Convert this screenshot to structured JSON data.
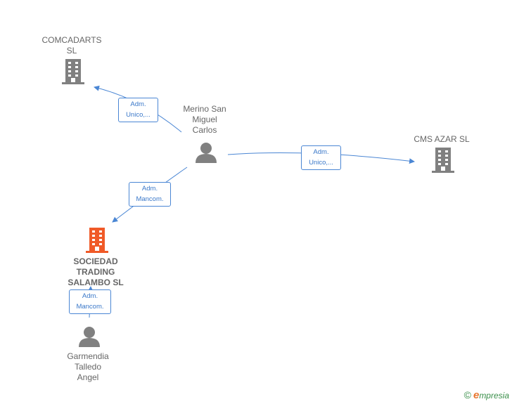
{
  "nodes": {
    "comcadarts": {
      "name_line1": "COMCADARTS",
      "name_line2": "SL",
      "icon": "building-icon",
      "color": "#808080"
    },
    "merino": {
      "name_line1": "Merino San",
      "name_line2": "Miguel",
      "name_line3": "Carlos",
      "icon": "person-icon",
      "color": "#808080"
    },
    "cms_azar": {
      "name_line1": "CMS AZAR  SL",
      "icon": "building-icon",
      "color": "#808080"
    },
    "sociedad": {
      "name_line1": "SOCIEDAD",
      "name_line2": "TRADING",
      "name_line3": "SALAMBO  SL",
      "icon": "building-icon",
      "color": "#f05a28"
    },
    "garmendia": {
      "name_line1": "Garmendia",
      "name_line2": "Talledo",
      "name_line3": "Angel",
      "icon": "person-icon",
      "color": "#808080"
    }
  },
  "edges": {
    "merino_comcadarts": {
      "line1": "Adm.",
      "line2": "Unico,..."
    },
    "merino_cms": {
      "line1": "Adm.",
      "line2": "Unico,..."
    },
    "merino_sociedad": {
      "line1": "Adm.",
      "line2": "Mancom."
    },
    "garmendia_sociedad": {
      "line1": "Adm.",
      "line2": "Mancom."
    }
  },
  "colors": {
    "edge": "#4a86d4",
    "accent": "#f05a28",
    "neutral": "#808080"
  },
  "brand": {
    "symbol": "©",
    "initial": "e",
    "rest": "mpresia"
  }
}
